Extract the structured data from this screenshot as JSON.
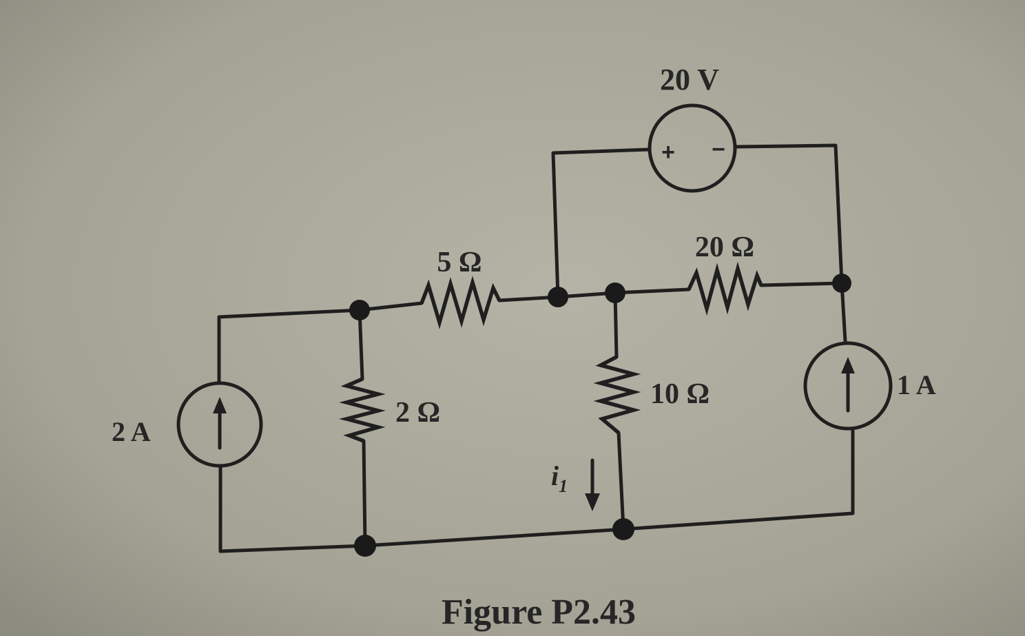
{
  "figure": {
    "caption": "Figure P2.43",
    "voltage_source": {
      "value": "20 V",
      "plus": "+",
      "minus": "−"
    },
    "current_source_left": {
      "value": "2 A"
    },
    "current_source_right": {
      "value": "1 A"
    },
    "resistors": {
      "r_5": "5 Ω",
      "r_20": "20 Ω",
      "r_2": "2 Ω",
      "r_10": "10 Ω"
    },
    "current_label": {
      "symbol": "i",
      "subscript": "1"
    }
  },
  "colors": {
    "paper": "#a9a89a",
    "ink": "#1f1f1f"
  }
}
